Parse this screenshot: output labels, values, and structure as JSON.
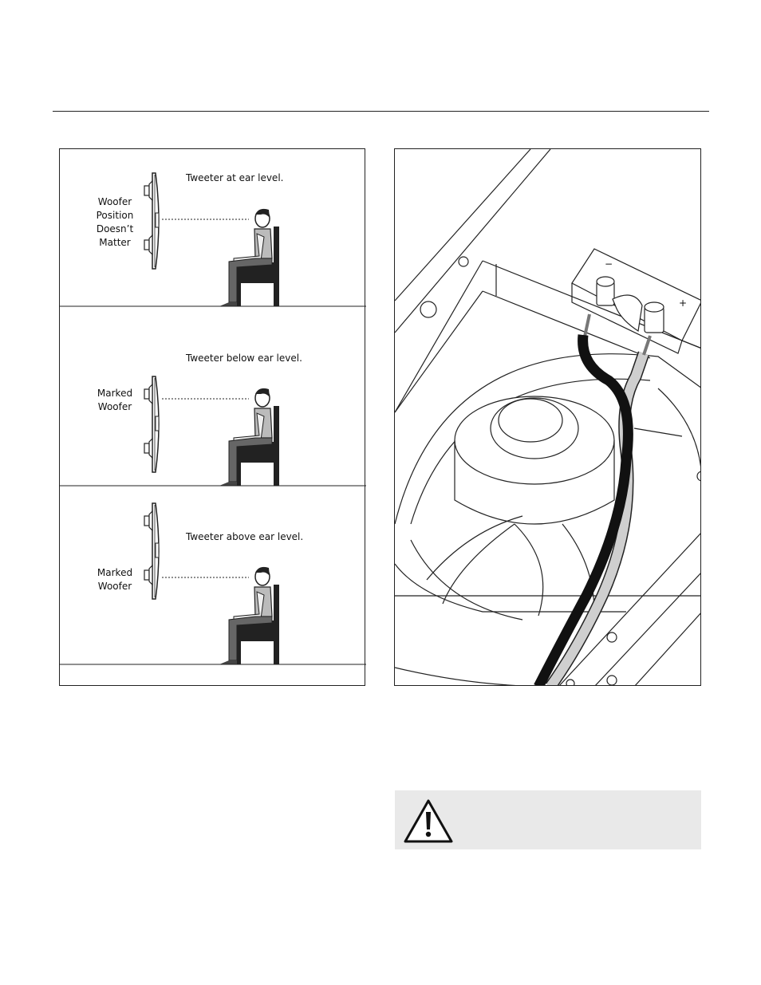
{
  "figure1": {
    "scenes": [
      {
        "caption": "Tweeter at ear level.",
        "side_label": [
          "Woofer",
          "Position",
          "Doesn’t",
          "Matter"
        ]
      },
      {
        "caption": "Tweeter below ear level.",
        "side_label": [
          "Marked",
          "Woofer"
        ]
      },
      {
        "caption": "Tweeter above ear level.",
        "side_label": [
          "Marked",
          "Woofer"
        ]
      }
    ]
  },
  "figure2": {
    "terminal_labels": {
      "minus": "−",
      "plus": "+"
    }
  },
  "warning": {
    "icon": "warning-triangle-icon"
  }
}
